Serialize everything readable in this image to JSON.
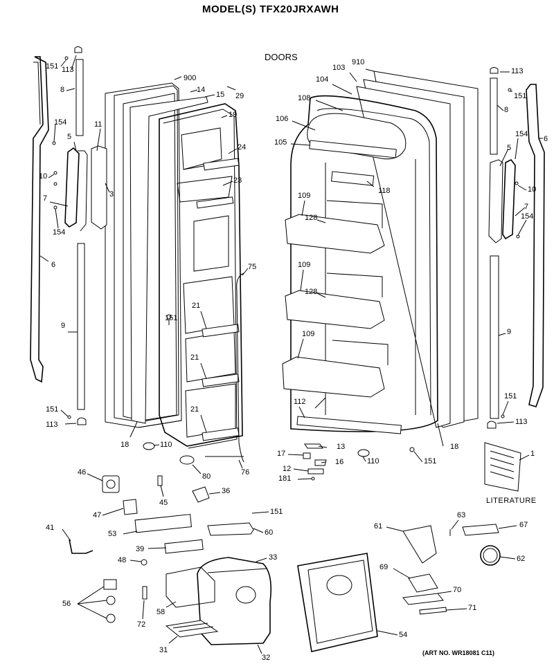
{
  "header": {
    "title": "MODEL(S) TFX20JRXAWH",
    "section": "DOORS"
  },
  "footer": {
    "art_no": "(ART NO. WR18081 C11)"
  },
  "literature_label": "LITERATURE",
  "parts": {
    "p151a": "151",
    "p113a": "113",
    "p8a": "8",
    "p154a": "154",
    "p11": "11",
    "p5a": "5",
    "p10a": "10",
    "p3": "3",
    "p7a": "7",
    "p154b": "154",
    "p6a": "6",
    "p9a": "9",
    "p151b": "151",
    "p113b": "113",
    "p900": "900",
    "p14": "14",
    "p15": "15",
    "p29": "29",
    "p19": "19",
    "p24": "24",
    "p23": "23",
    "p75": "75",
    "p21a": "21",
    "p151c": "151",
    "p21b": "21",
    "p21c": "21",
    "p18a": "18",
    "p110a": "110",
    "p80": "80",
    "p76": "76",
    "p910": "910",
    "p103": "103",
    "p104": "104",
    "p108": "108",
    "p106": "106",
    "p105": "105",
    "p118": "118",
    "p109a": "109",
    "p128a": "128",
    "p109b": "109",
    "p128b": "128",
    "p109c": "109",
    "p112": "112",
    "p13": "13",
    "p17": "17",
    "p16": "16",
    "p12": "12",
    "p181": "181",
    "p110b": "110",
    "p151d": "151",
    "p18b": "18",
    "p113c": "113",
    "p151e": "151",
    "p8b": "8",
    "p6b": "6",
    "p154c": "154",
    "p5b": "5",
    "p10b": "10",
    "p7b": "7",
    "p154d": "154",
    "p9b": "9",
    "p151f": "151",
    "p113d": "113",
    "p1": "1",
    "p46": "46",
    "p45": "45",
    "p36": "36",
    "p47": "47",
    "p151g": "151",
    "p41": "41",
    "p53": "53",
    "p60": "60",
    "p39": "39",
    "p48": "48",
    "p33": "33",
    "p56": "56",
    "p58": "58",
    "p72": "72",
    "p31": "31",
    "p32": "32",
    "p61": "61",
    "p63": "63",
    "p67": "67",
    "p62": "62",
    "p69": "69",
    "p70": "70",
    "p71": "71",
    "p54": "54"
  }
}
